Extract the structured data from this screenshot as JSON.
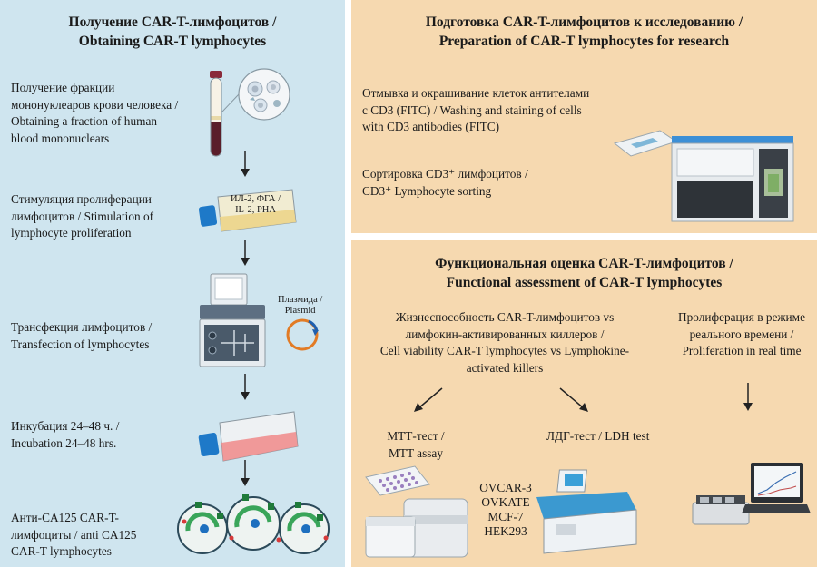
{
  "left": {
    "title": [
      "Получение CAR-T-лимфоцитов  /",
      "Obtaining CAR-T lymphocytes"
    ],
    "steps": [
      {
        "lines": [
          "Получение фракции",
          "мононуклеаров крови человека /",
          "Obtaining a fraction of human",
          "blood mononuclears"
        ]
      },
      {
        "lines": [
          "Стимуляция пролиферации",
          "лимфоцитов / Stimulation of",
          "lymphocyte proliferation"
        ]
      },
      {
        "lines": [
          "Трансфекция лимфоцитов /",
          "Transfection of lymphocytes"
        ]
      },
      {
        "lines": [
          "Инкубация 24–48 ч. /",
          "Incubation 24–48 hrs."
        ]
      },
      {
        "lines": [
          "Анти-CA125 CAR-T-",
          "лимфоциты / anti CA125",
          "CAR-T lymphocytes"
        ]
      }
    ],
    "flask_label": [
      "ИЛ-2, ФГА /",
      "IL-2, PHA"
    ],
    "plasmid_label": [
      "Плазмида /",
      "Plasmid"
    ]
  },
  "top_right": {
    "title": [
      "Подготовка CAR-T-лимфоцитов к исследованию /",
      "Preparation of CAR-T lymphocytes for research"
    ],
    "text1": [
      "Отмывка и окрашивание клеток антителами",
      "с CD3 (FITC) / Washing and staining of cells",
      "with CD3 antibodies (FITC)"
    ],
    "text2": [
      "Сортировка CD3⁺ лимфоцитов /",
      "CD3⁺ Lymphocyte sorting"
    ]
  },
  "bottom_right": {
    "title": [
      "Функциональная оценка CAR-T-лимфоцитов /",
      "Functional assessment of CAR-T lymphocytes"
    ],
    "viability": [
      "Жизнеспособность CAR-T-лимфоцитов vs",
      "лимфокин-активированных киллеров /",
      "Cell viability CAR-T lymphocytes vs Lymphokine-",
      "activated killers"
    ],
    "proliferation": [
      "Пролиферация в режиме",
      "реального времени /",
      "Proliferation in real time"
    ],
    "mtt": [
      "МТТ-тест /",
      "MTT assay"
    ],
    "ldh": [
      "ЛДГ-тест / LDH test"
    ],
    "cell_lines": [
      "OVCAR-3",
      "OVKATE",
      "MCF-7",
      "HEK293"
    ]
  }
}
